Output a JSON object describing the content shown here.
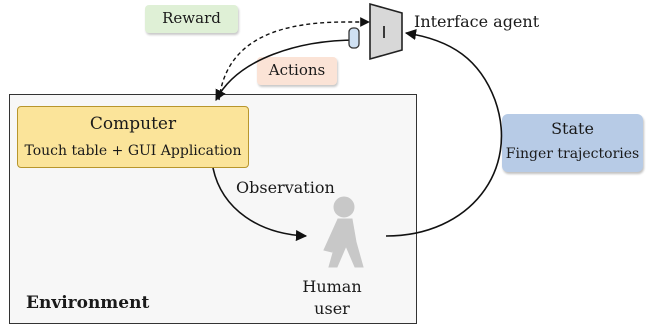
{
  "environment": {
    "label": "Environment"
  },
  "computer": {
    "title": "Computer",
    "subtitle": "Touch table + GUI Application"
  },
  "reward": {
    "label": "Reward"
  },
  "actions": {
    "label": "Actions"
  },
  "observation": {
    "label": "Observation"
  },
  "agent": {
    "label": "Interface agent",
    "glyph": "I"
  },
  "state": {
    "title": "State",
    "subtitle": "Finger trajectories"
  },
  "human": {
    "line1": "Human",
    "line2": "user"
  },
  "colors": {
    "computer_fill": "#fbe49a",
    "reward_fill": "#dff0d6",
    "actions_fill": "#fbe3d6",
    "state_fill": "#b7cbe6",
    "human_figure": "#c8c8c8",
    "environment_fill": "#f7f7f7",
    "agent_fill": "#d8d8d8"
  }
}
